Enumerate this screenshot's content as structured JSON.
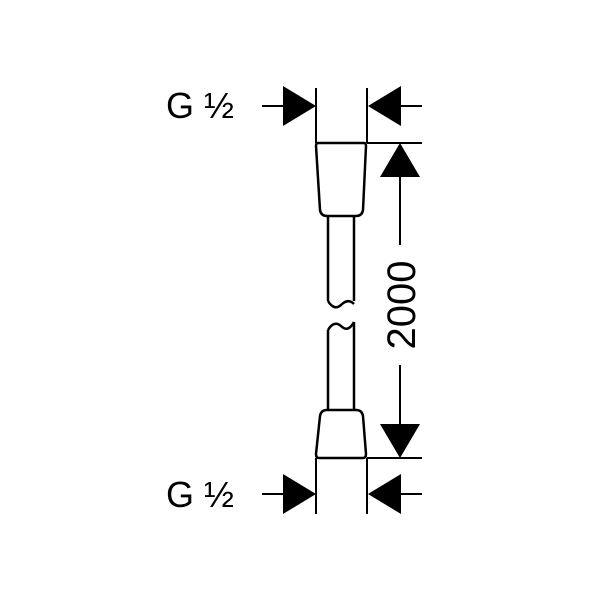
{
  "drawing": {
    "top_connection_label": "G ½",
    "bottom_connection_label": "G ½",
    "length_dimension": "2000"
  }
}
